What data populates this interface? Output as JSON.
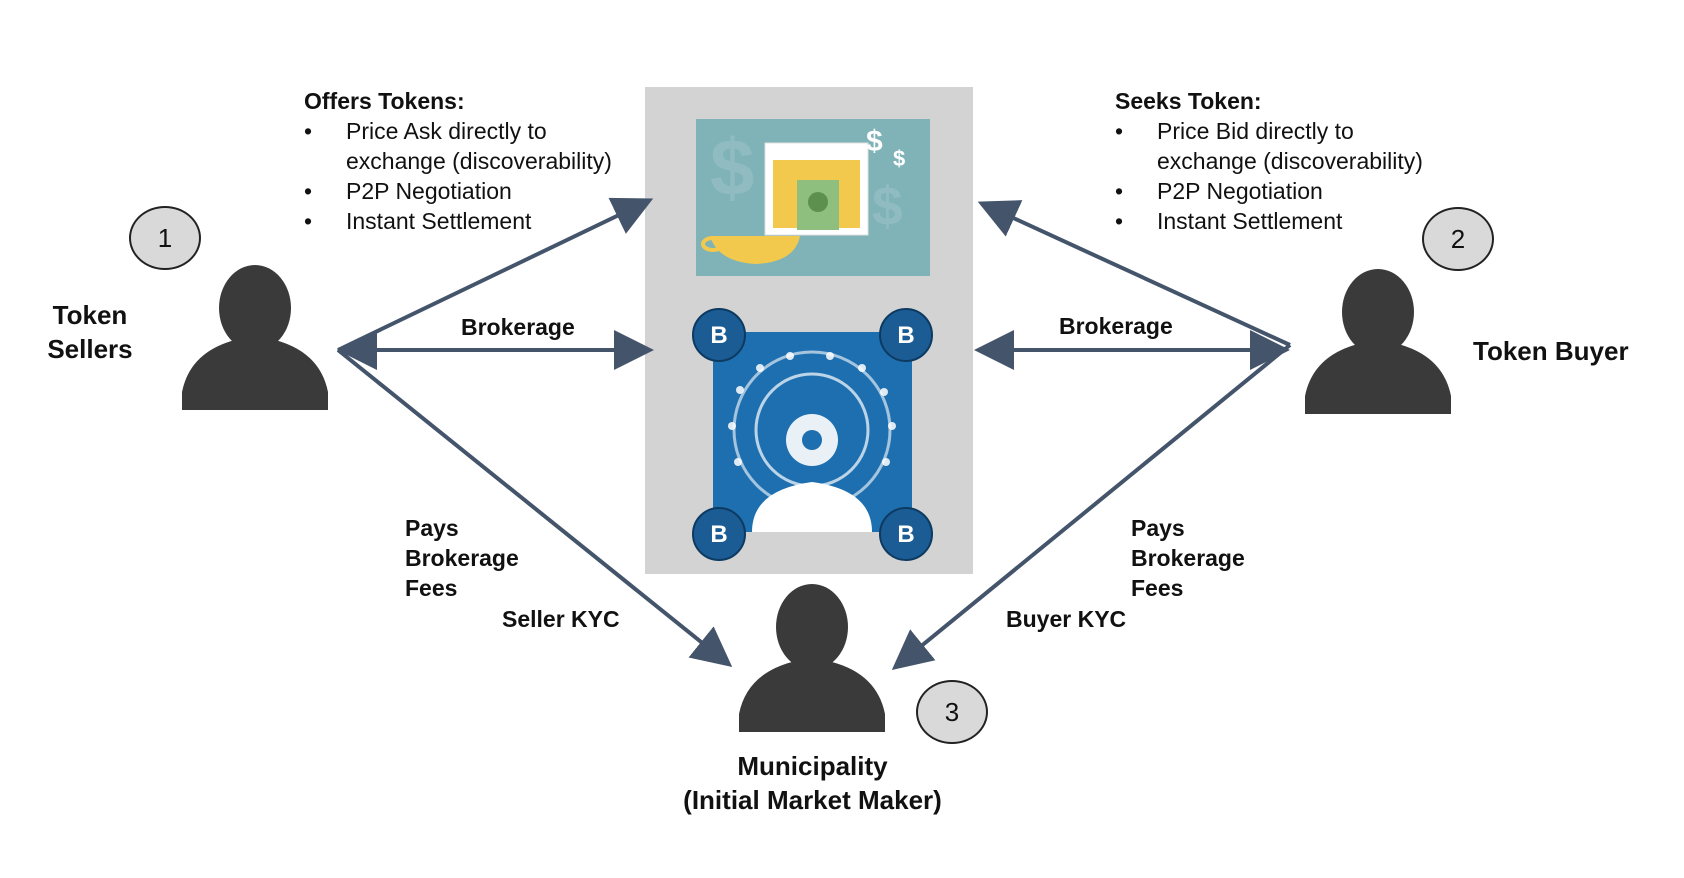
{
  "sellers": {
    "badge": "1",
    "name": "Token Sellers"
  },
  "buyer": {
    "badge": "2",
    "name": "Token Buyer"
  },
  "municipality": {
    "badge": "3",
    "name_line1": "Municipality",
    "name_line2": "(Initial Market Maker)"
  },
  "offers": {
    "heading": "Offers Tokens:",
    "bullets": [
      {
        "line1": "Price Ask directly to",
        "line2": "exchange (discoverability)"
      },
      {
        "line1": "P2P Negotiation"
      },
      {
        "line1": "Instant Settlement"
      }
    ]
  },
  "seeks": {
    "heading": "Seeks Token:",
    "bullets": [
      {
        "line1": "Price Bid directly to",
        "line2": "exchange (discoverability)"
      },
      {
        "line1": "P2P Negotiation"
      },
      {
        "line1": "Instant Settlement"
      }
    ]
  },
  "edges": {
    "brokerage_left": "Brokerage",
    "brokerage_right": "Brokerage",
    "fees_left": {
      "line1": "Pays",
      "line2": "Brokerage",
      "line3": "Fees"
    },
    "fees_right": {
      "line1": "Pays",
      "line2": "Brokerage",
      "line3": "Fees"
    },
    "seller_kyc": "Seller KYC",
    "buyer_kyc": "Buyer KYC"
  },
  "exchange_panel": {
    "top_image_icon": "atm-payment-icon",
    "bottom_image_icon": "blockchain-network-icon",
    "colors": {
      "panel": "#d3d3d3",
      "teal": "#7fb3b8",
      "yellow": "#f2c94c",
      "blue": "#1e6fb0",
      "arrow": "#44546a"
    }
  }
}
